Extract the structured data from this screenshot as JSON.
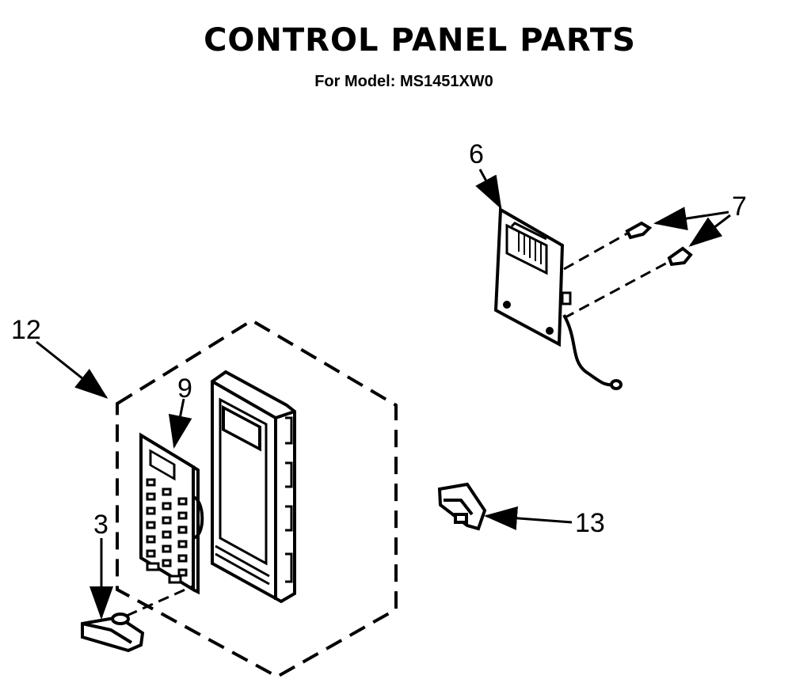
{
  "header": {
    "title": "CONTROL PANEL PARTS",
    "subtitle": "For Model: MS1451XW0"
  },
  "callouts": {
    "part_3": "3",
    "part_6": "6",
    "part_7": "7",
    "part_9": "9",
    "part_12": "12",
    "part_13": "13"
  }
}
